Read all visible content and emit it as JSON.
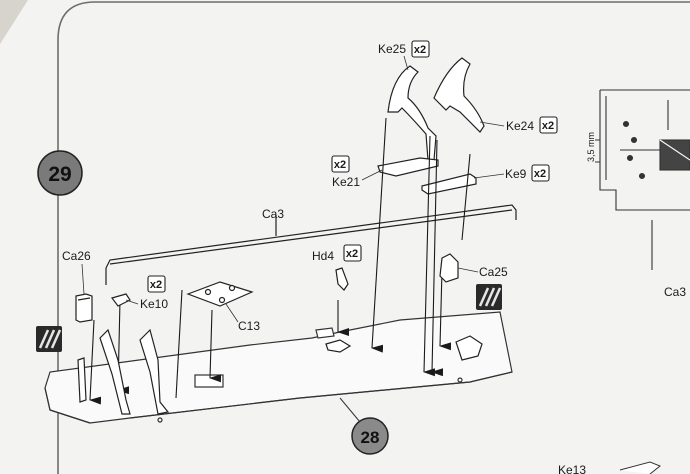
{
  "page": {
    "step_number": "29",
    "ref_step_number": "28",
    "colors": {
      "paper": "#f3f4f2",
      "ink": "#1a1a1a",
      "badge": "#7a7a7a",
      "desk": "#c9c4bd"
    }
  },
  "parts": {
    "ke25": "Ke25",
    "ke24": "Ke24",
    "ke21": "Ke21",
    "ke9": "Ke9",
    "ca3": "Ca3",
    "ca26": "Ca26",
    "ke10": "Ke10",
    "hd4": "Hd4",
    "ca25": "Ca25",
    "c13": "C13"
  },
  "quantity": {
    "x2": "x2",
    "big2": "2"
  },
  "inset": {
    "dimension": "3,5 mm",
    "part_label": "Ca3",
    "partial_label": "Ke13"
  },
  "icons": {
    "paint": "paint-stripe-icon",
    "arrow": "placement-arrow-icon"
  }
}
